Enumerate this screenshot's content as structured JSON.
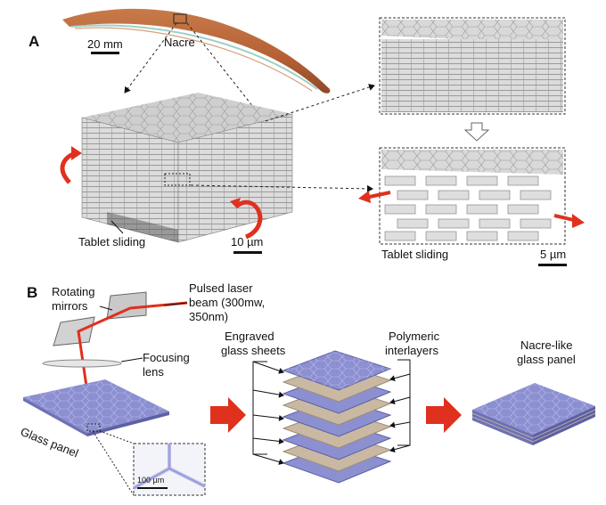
{
  "panels": {
    "a": {
      "letter": "A",
      "nacre_label": "Nacre",
      "shell_scale": "20 mm",
      "block_scale": "10 µm",
      "block_caption": "Tablet sliding",
      "zoom_caption": "Tablet sliding",
      "zoom_scale": "5 µm"
    },
    "b": {
      "letter": "B",
      "mirrors_label": [
        "Rotating",
        "mirrors"
      ],
      "laser_label": [
        "Pulsed laser",
        "beam (300mw,",
        "350nm)"
      ],
      "lens_label": [
        "Focusing",
        "lens"
      ],
      "panel_label": "Glass panel",
      "inset_scale": "100 µm",
      "engraved_label": [
        "Engraved",
        "glass sheets"
      ],
      "interlayer_label": [
        "Polymeric",
        "interlayers"
      ],
      "result_label": [
        "Nacre-like",
        "glass panel"
      ]
    }
  },
  "colors": {
    "accent_red": "#e0301e",
    "glass": "#8c8fd0",
    "interlayer": "#c9b9a3",
    "tablet": "#d9d9d9"
  }
}
